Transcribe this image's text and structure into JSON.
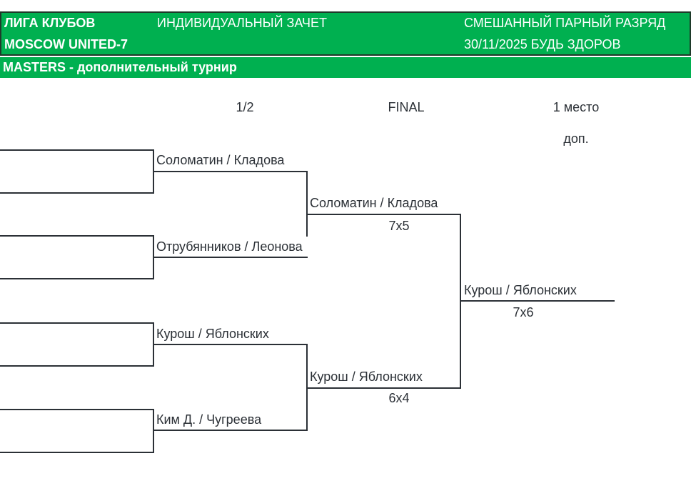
{
  "header": {
    "league": "ЛИГА КЛУБОВ",
    "club": "MOSCOW UNITED-7",
    "mode": "ИНДИВИДУАЛЬНЫЙ ЗАЧЕТ",
    "category": "СМЕШАННЫЙ ПАРНЫЙ РАЗРЯД",
    "date_event": "30/11/2025 БУДЬ ЗДОРОВ",
    "tournament": "MASTERS - дополнительный  турнир"
  },
  "rounds": {
    "semi": "1/2",
    "final": "FINAL",
    "place": "1 место",
    "place_sub": "доп."
  },
  "semifinals": [
    {
      "pair": "Соломатин / Кладова"
    },
    {
      "pair": "Отрубянников / Леонова"
    },
    {
      "pair": "Курош / Яблонских"
    },
    {
      "pair": "Ким Д. / Чугреева"
    }
  ],
  "finalists": [
    {
      "pair": "Соломатин / Кладова",
      "score": "7х5"
    },
    {
      "pair": "Курош / Яблонских",
      "score": "6х4"
    }
  ],
  "winner": {
    "pair": "Курош / Яблонских",
    "score": "7х6"
  }
}
